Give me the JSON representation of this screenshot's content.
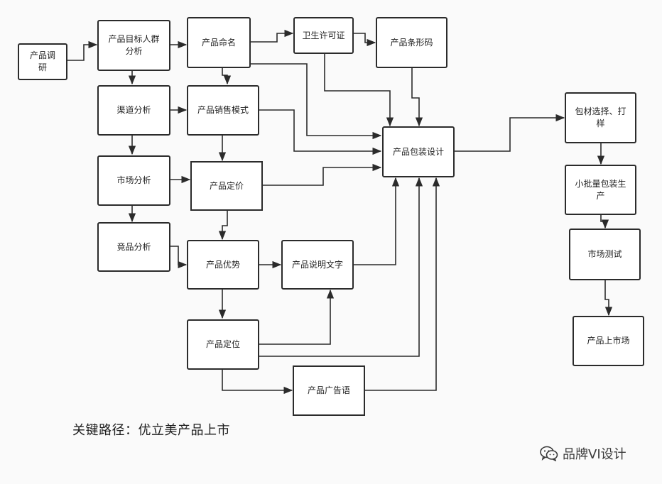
{
  "nodes": {
    "research": "产品调研",
    "target": "产品目标人群分析",
    "naming": "产品命名",
    "license": "卫生许可证",
    "barcode": "产品条形码",
    "channel": "渠道分析",
    "sales_mode": "产品销售模式",
    "market": "市场分析",
    "pricing": "产品定价",
    "competition": "竟品分析",
    "advantage": "产品优势",
    "description": "产品说明文字",
    "positioning": "产品定位",
    "slogan": "产品广告语",
    "package_design": "产品包装设计",
    "material": "包材选择、打样",
    "small_batch": "小批量包装生产",
    "market_test": "市场测试",
    "launch": "产品上市场"
  },
  "caption": "关键路径：优立美产品上市",
  "watermark": {
    "icon": "wechat-icon",
    "text": "品牌VI设计"
  }
}
